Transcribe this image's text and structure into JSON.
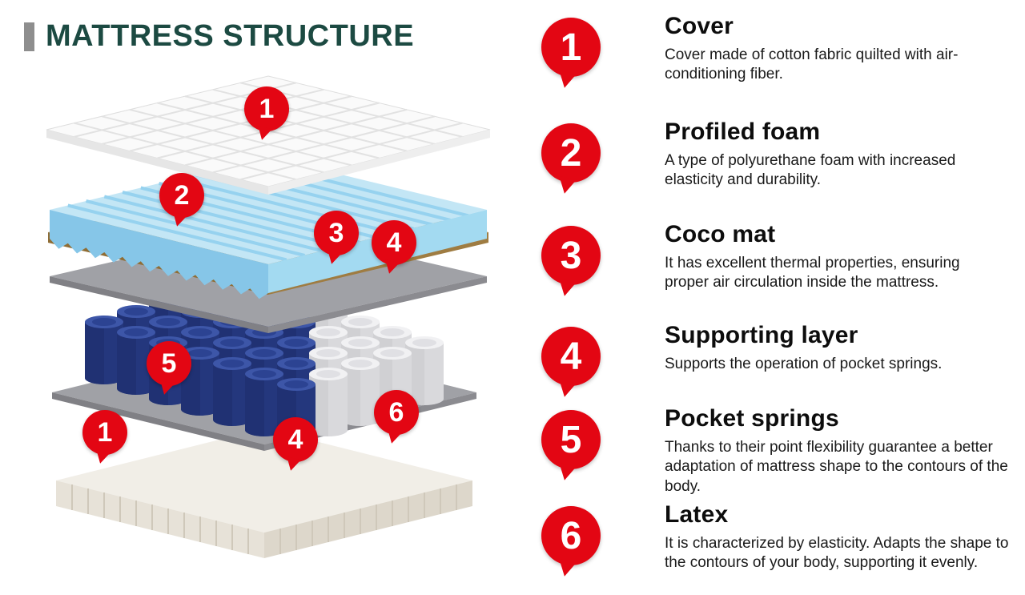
{
  "title": "MATTRESS STRUCTURE",
  "colors": {
    "accent_red": "#e30613",
    "title_green": "#1c4a42",
    "foam_blue": "#c3e6f5",
    "coco_tan": "#b6945c",
    "felt_gray": "#a0a1a6",
    "spring_blue": "#24377d",
    "spring_white": "#d9d9dc",
    "base_cream": "#f1eee7"
  },
  "legend": {
    "items": [
      {
        "number": "1",
        "title": "Cover",
        "description": "Cover made of cotton fabric quilted with air-conditioning fiber."
      },
      {
        "number": "2",
        "title": "Profiled foam",
        "description": "A type of polyurethane foam with increased elasticity and durability."
      },
      {
        "number": "3",
        "title": "Coco mat",
        "description": "It has excellent thermal properties, ensuring proper air circulation inside the mattress."
      },
      {
        "number": "4",
        "title": "Supporting layer",
        "description": "Supports the operation of pocket springs."
      },
      {
        "number": "5",
        "title": "Pocket springs",
        "description": "Thanks to their point flexibility guarantee a better adaptation of mattress shape to the contours of the body."
      },
      {
        "number": "6",
        "title": "Latex",
        "description": "It is characterized by elasticity. Adapts the shape to the contours of your body, supporting it evenly."
      }
    ]
  },
  "diagram": {
    "markers": [
      {
        "label": "1",
        "layer": "cover"
      },
      {
        "label": "2",
        "layer": "profiled-foam"
      },
      {
        "label": "3",
        "layer": "coco-mat"
      },
      {
        "label": "4",
        "layer": "supporting-layer"
      },
      {
        "label": "5",
        "layer": "pocket-springs"
      },
      {
        "label": "1",
        "layer": "cover-bottom"
      },
      {
        "label": "4",
        "layer": "supporting-layer-bottom"
      },
      {
        "label": "6",
        "layer": "latex"
      }
    ]
  }
}
